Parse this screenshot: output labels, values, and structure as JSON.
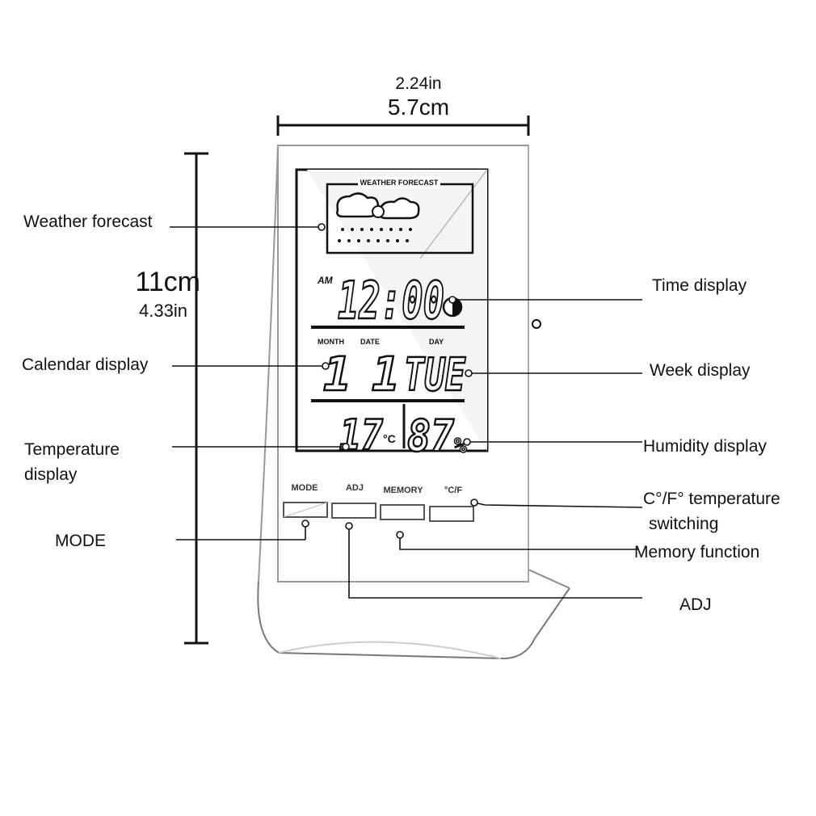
{
  "dimensions": {
    "width_in": "2.24in",
    "width_cm": "5.7cm",
    "height_cm": "11cm",
    "height_in": "4.33in"
  },
  "lcd": {
    "forecast_header": "WEATHER FORECAST",
    "am_indicator": "AM",
    "time": "12:00",
    "month_label": "MONTH",
    "date_label": "DATE",
    "day_label": "DAY",
    "month_value": "1",
    "date_value": "1",
    "day_value": "TUE",
    "temperature_value": "17",
    "temperature_unit": "°C",
    "humidity_value": "87",
    "humidity_unit": "%"
  },
  "buttons": {
    "mode": "MODE",
    "adj": "ADJ",
    "memory": "MEMORY",
    "unit": "°C/F"
  },
  "callouts": {
    "weather_forecast": "Weather forecast",
    "calendar_display": "Calendar display",
    "temperature_display_line1": "Temperature",
    "temperature_display_line2": "display",
    "mode": "MODE",
    "time_display": "Time display",
    "week_display": "Week display",
    "humidity_display": "Humidity display",
    "temp_switch_line1": "C°/F° temperature",
    "temp_switch_line2": "switching",
    "memory_function": "Memory function",
    "adj": "ADJ"
  }
}
